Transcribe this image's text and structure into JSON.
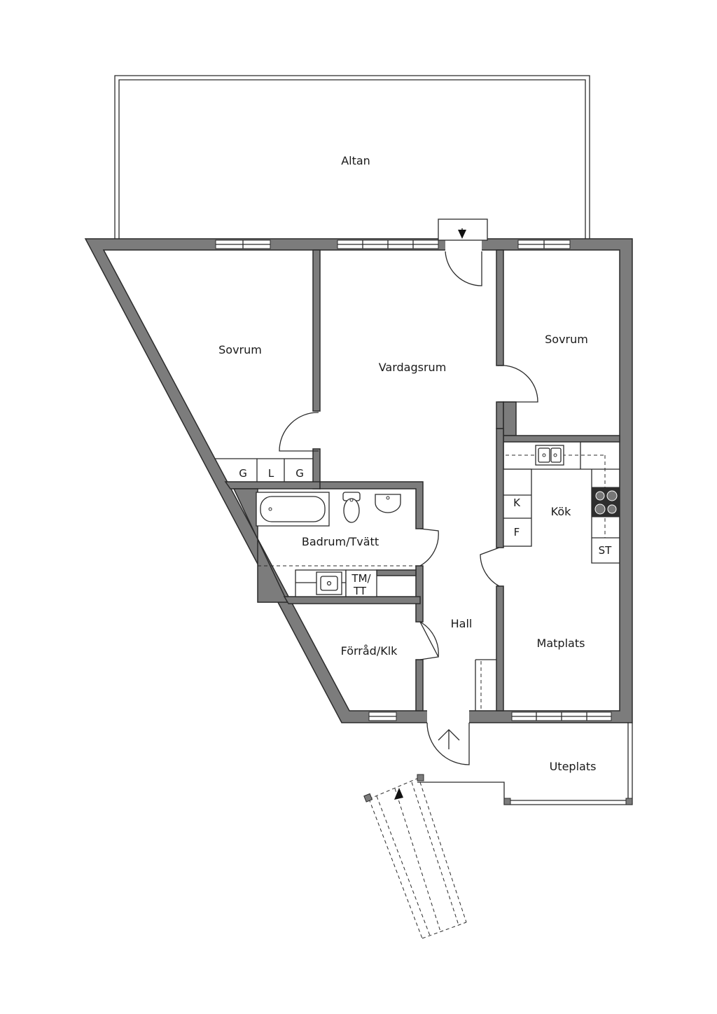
{
  "rooms": {
    "altan": "Altan",
    "sovrum_left": "Sovrum",
    "vardagsrum": "Vardagsrum",
    "sovrum_right": "Sovrum",
    "badrum": "Badrum/Tvätt",
    "kok": "Kök",
    "hall": "Hall",
    "forrad": "Förråd/Klk",
    "matplats": "Matplats",
    "uteplats": "Uteplats"
  },
  "fixtures": {
    "wardrobe": [
      "G",
      "L",
      "G"
    ],
    "kitchen_k": "K",
    "kitchen_f": "F",
    "kitchen_st": "ST",
    "laundry_line1": "TM/",
    "laundry_line2": "TT"
  },
  "colors": {
    "wall": "#7c7c7c",
    "line": "#2b2b2b",
    "background": "#ffffff"
  }
}
